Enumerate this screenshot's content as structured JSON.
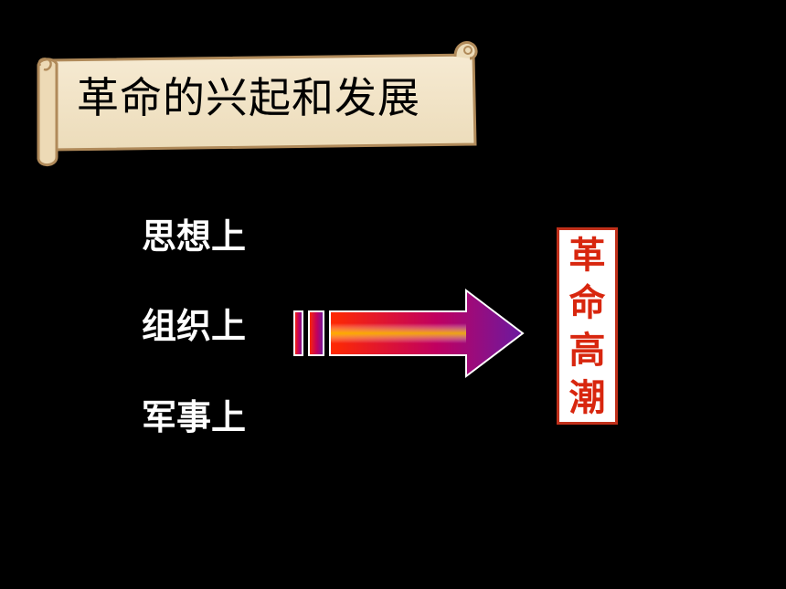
{
  "banner": {
    "title": "革命的兴起和发展"
  },
  "aspects": [
    {
      "label": "思想上"
    },
    {
      "label": "组织上"
    },
    {
      "label": "军事上"
    }
  ],
  "result": {
    "chars": [
      "革",
      "命",
      "高",
      "潮"
    ]
  },
  "colors": {
    "background": "#000000",
    "scroll_fill": "#f2e3c6",
    "scroll_border": "#b08a5a",
    "arrow_start": "#ff2a00",
    "arrow_mid": "#c00060",
    "arrow_end": "#6a1aa0",
    "result_text": "#d8260e"
  }
}
